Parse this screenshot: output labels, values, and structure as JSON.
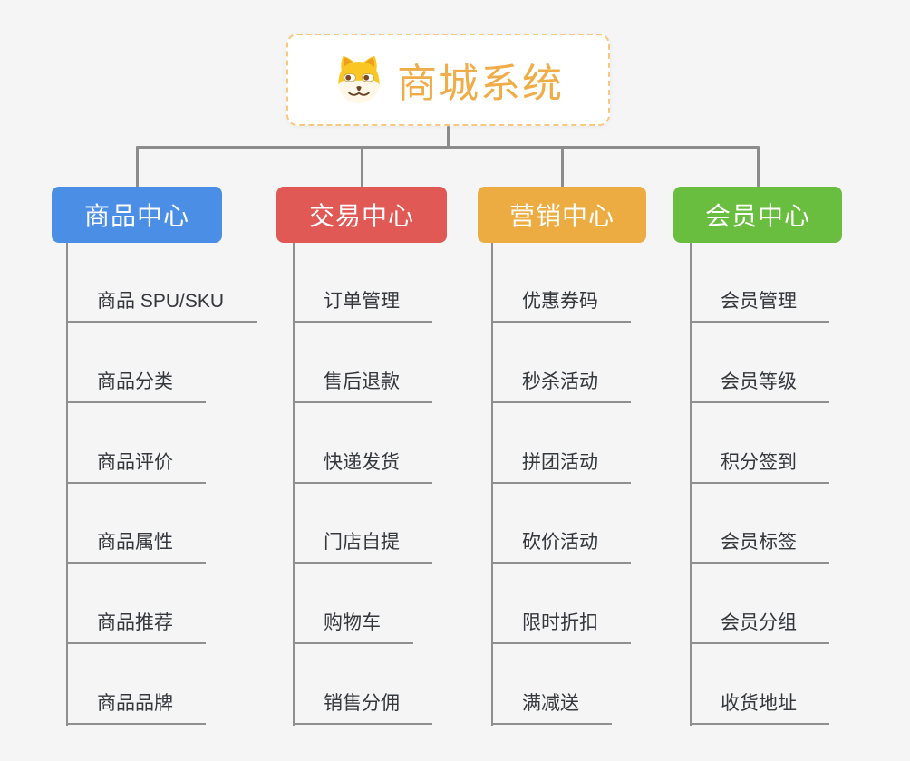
{
  "canvas": {
    "background": "#f5f5f6",
    "connector_color": "#8c8c8c",
    "underline_color": "#8f8f8f"
  },
  "root": {
    "label": "商城系统",
    "icon": "dog-face-icon",
    "text_color": "#efac47",
    "border_color": "#f8c87e",
    "fill": "#ffffff"
  },
  "branches": [
    {
      "label": "商品中心",
      "color": "#4a8ee5",
      "children": [
        "商品 SPU/SKU",
        "商品分类",
        "商品评价",
        "商品属性",
        "商品推荐",
        "商品品牌"
      ]
    },
    {
      "label": "交易中心",
      "color": "#e15955",
      "children": [
        "订单管理",
        "售后退款",
        "快递发货",
        "门店自提",
        "购物车",
        "销售分佣"
      ]
    },
    {
      "label": "营销中心",
      "color": "#edac41",
      "children": [
        "优惠券码",
        "秒杀活动",
        "拼团活动",
        "砍价活动",
        "限时折扣",
        "满减送"
      ]
    },
    {
      "label": "会员中心",
      "color": "#69bd3f",
      "children": [
        "会员管理",
        "会员等级",
        "积分签到",
        "会员标签",
        "会员分组",
        "收货地址"
      ]
    }
  ]
}
